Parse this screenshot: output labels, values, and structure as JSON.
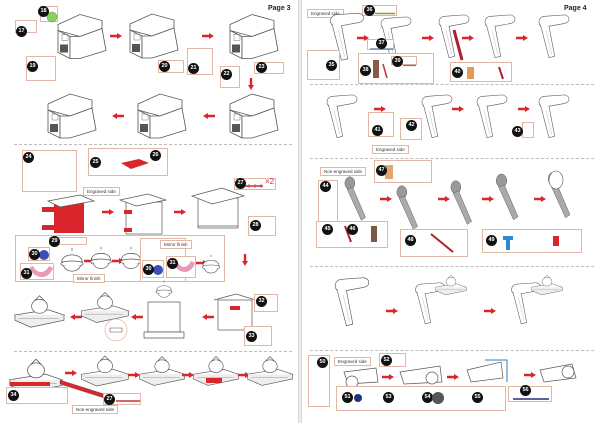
{
  "document": {
    "type": "assembly-instructions",
    "colors": {
      "accent_red": "#d9262c",
      "box_border": "#e2b7a6",
      "line_gray": "#555555",
      "step_badge": "#111111",
      "green_marker": "#6cc24a",
      "blue_marker": "#2b7fc3",
      "pink_part": "#e89ab8",
      "navy_part": "#3b4fb8",
      "brown_part": "#8a5a44",
      "orange_part": "#e09a5a"
    }
  },
  "pages": {
    "left": {
      "title": "Page 3",
      "steps": {
        "s17": "17",
        "s18": "18",
        "s19": "19",
        "s20": "20",
        "s21": "21",
        "s22": "22",
        "s23": "23",
        "s24": "24",
        "s25": "25",
        "s26": "26",
        "s27": "27",
        "s28": "28",
        "s29": "29",
        "s30a": "30",
        "s31a": "31",
        "s30b": "30",
        "s31b": "31",
        "s32": "32",
        "s33": "33",
        "s34": "34",
        "s27b": "27"
      },
      "labels": {
        "engraved_side": "Engraved side",
        "mirror_finish_top": "Mirror finish",
        "mirror_finish_bottom": "Mirror finish",
        "non_engraved_side": "Non-engraved side",
        "times_two": "×2"
      }
    },
    "right": {
      "title": "Page 4",
      "steps": {
        "s35": "35",
        "s36": "36",
        "s37": "37",
        "s38": "38",
        "s39": "39",
        "s40": "40",
        "s41": "41",
        "s42": "42",
        "s43": "43",
        "s44": "44",
        "s45": "45",
        "s46": "46",
        "s47": "47",
        "s48": "48",
        "s49": "49",
        "s50": "50",
        "s51": "51",
        "s52": "52",
        "s53": "53",
        "s54": "54",
        "s55": "55",
        "s56": "56"
      },
      "labels": {
        "engraved_side_top": "Engraved side",
        "engraved_side_mid": "Engraved side",
        "non_engraved_side": "Non-engraved side",
        "engraved_side_bottom": "Engraved side"
      }
    }
  }
}
